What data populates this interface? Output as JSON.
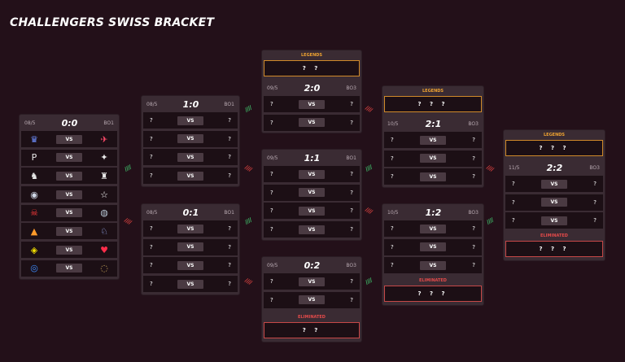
{
  "title": "CHALLENGERS SWISS BRACKET",
  "labels": {
    "legends": "LEGENDS",
    "eliminated": "ELIMINATED",
    "vs": "VS",
    "unknown": "?"
  },
  "colors": {
    "background": "#231019",
    "panel": "#3a2b33",
    "row": "#1c0f15",
    "legends": "#f0a431",
    "eliminated": "#e34a4a",
    "win_arrow": "#3fbf6a",
    "lose_arrow": "#d8413f"
  },
  "round0": {
    "date": "08/5",
    "record": "0:0",
    "format": "BO1",
    "matches": [
      {
        "left_icon": "crown-team-logo-icon",
        "right_icon": "wing-team-logo-icon"
      },
      {
        "left_icon": "p-team-logo-icon",
        "right_icon": "flame-team-logo-icon"
      },
      {
        "left_icon": "g2-team-logo-icon",
        "right_icon": "shield-team-logo-icon"
      },
      {
        "left_icon": "eye-team-logo-icon",
        "right_icon": "star-team-logo-icon"
      },
      {
        "left_icon": "skull-team-logo-icon",
        "right_icon": "globe-team-logo-icon"
      },
      {
        "left_icon": "triangle-team-logo-icon",
        "right_icon": "liquid-team-logo-icon"
      },
      {
        "left_icon": "navi-team-logo-icon",
        "right_icon": "heart-team-logo-icon"
      },
      {
        "left_icon": "og-team-logo-icon",
        "right_icon": "ring-team-logo-icon"
      }
    ]
  },
  "r1w": {
    "date": "08/5",
    "record": "1:0",
    "format": "BO1"
  },
  "r1l": {
    "date": "08/5",
    "record": "0:1",
    "format": "BO1"
  },
  "r2a": {
    "date": "09/5",
    "record": "2:0",
    "format": "BO3",
    "slot": "? ?"
  },
  "r2b": {
    "date": "09/5",
    "record": "1:1",
    "format": "BO1"
  },
  "r2c": {
    "date": "09/5",
    "record": "0:2",
    "format": "BO3",
    "slot": "? ?"
  },
  "r3a": {
    "date": "10/5",
    "record": "2:1",
    "format": "BO3",
    "slot": "? ? ?"
  },
  "r3b": {
    "date": "10/5",
    "record": "1:2",
    "format": "BO3",
    "slot": "? ? ?"
  },
  "r4": {
    "date": "11/5",
    "record": "2:2",
    "format": "BO3",
    "slot_top": "? ? ?",
    "slot_bottom": "? ? ?"
  },
  "arrow": "////"
}
